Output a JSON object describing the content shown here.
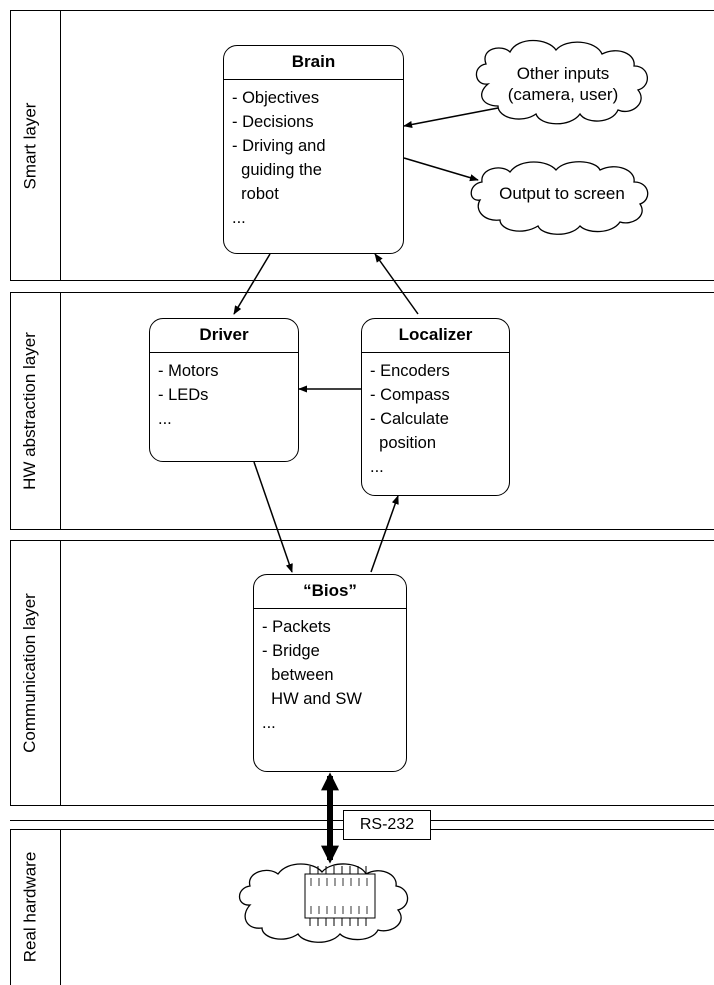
{
  "layers": [
    {
      "label": "Smart layer"
    },
    {
      "label": "HW abstraction layer"
    },
    {
      "label": "Communication layer"
    },
    {
      "label": "Real hardware"
    }
  ],
  "boxes": {
    "brain": {
      "title": "Brain",
      "items": [
        "- Objectives",
        "- Decisions",
        "- Driving and",
        "  guiding the",
        "  robot",
        "..."
      ]
    },
    "driver": {
      "title": "Driver",
      "items": [
        "- Motors",
        "- LEDs",
        "..."
      ]
    },
    "localizer": {
      "title": "Localizer",
      "items": [
        "- Encoders",
        "- Compass",
        "- Calculate",
        "  position",
        "..."
      ]
    },
    "bios": {
      "title": "“Bios”",
      "items": [
        "- Packets",
        "- Bridge",
        "  between",
        "  HW and SW",
        "..."
      ]
    }
  },
  "clouds": {
    "other_inputs": [
      "Other inputs",
      "(camera, user)"
    ],
    "output_screen": [
      "Output to screen"
    ]
  },
  "connection_label": "RS-232",
  "chip_icon": "chip-icon"
}
